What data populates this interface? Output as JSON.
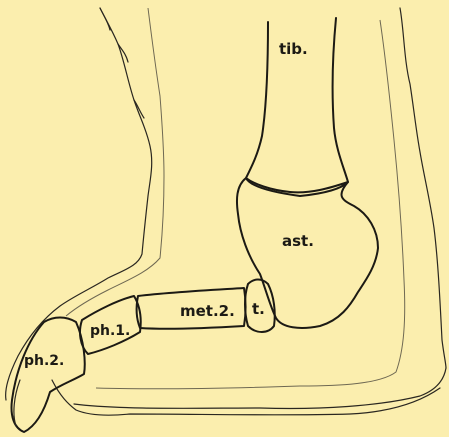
{
  "labels": {
    "tibia": "tib.",
    "astragalus": "ast.",
    "tarsal": "t.",
    "metatarsal": "met.2.",
    "phalanx1": "ph.1.",
    "phalanx2": "ph.2."
  },
  "colors": {
    "paper": "#fbeeae",
    "ink": "#1c1a14"
  }
}
